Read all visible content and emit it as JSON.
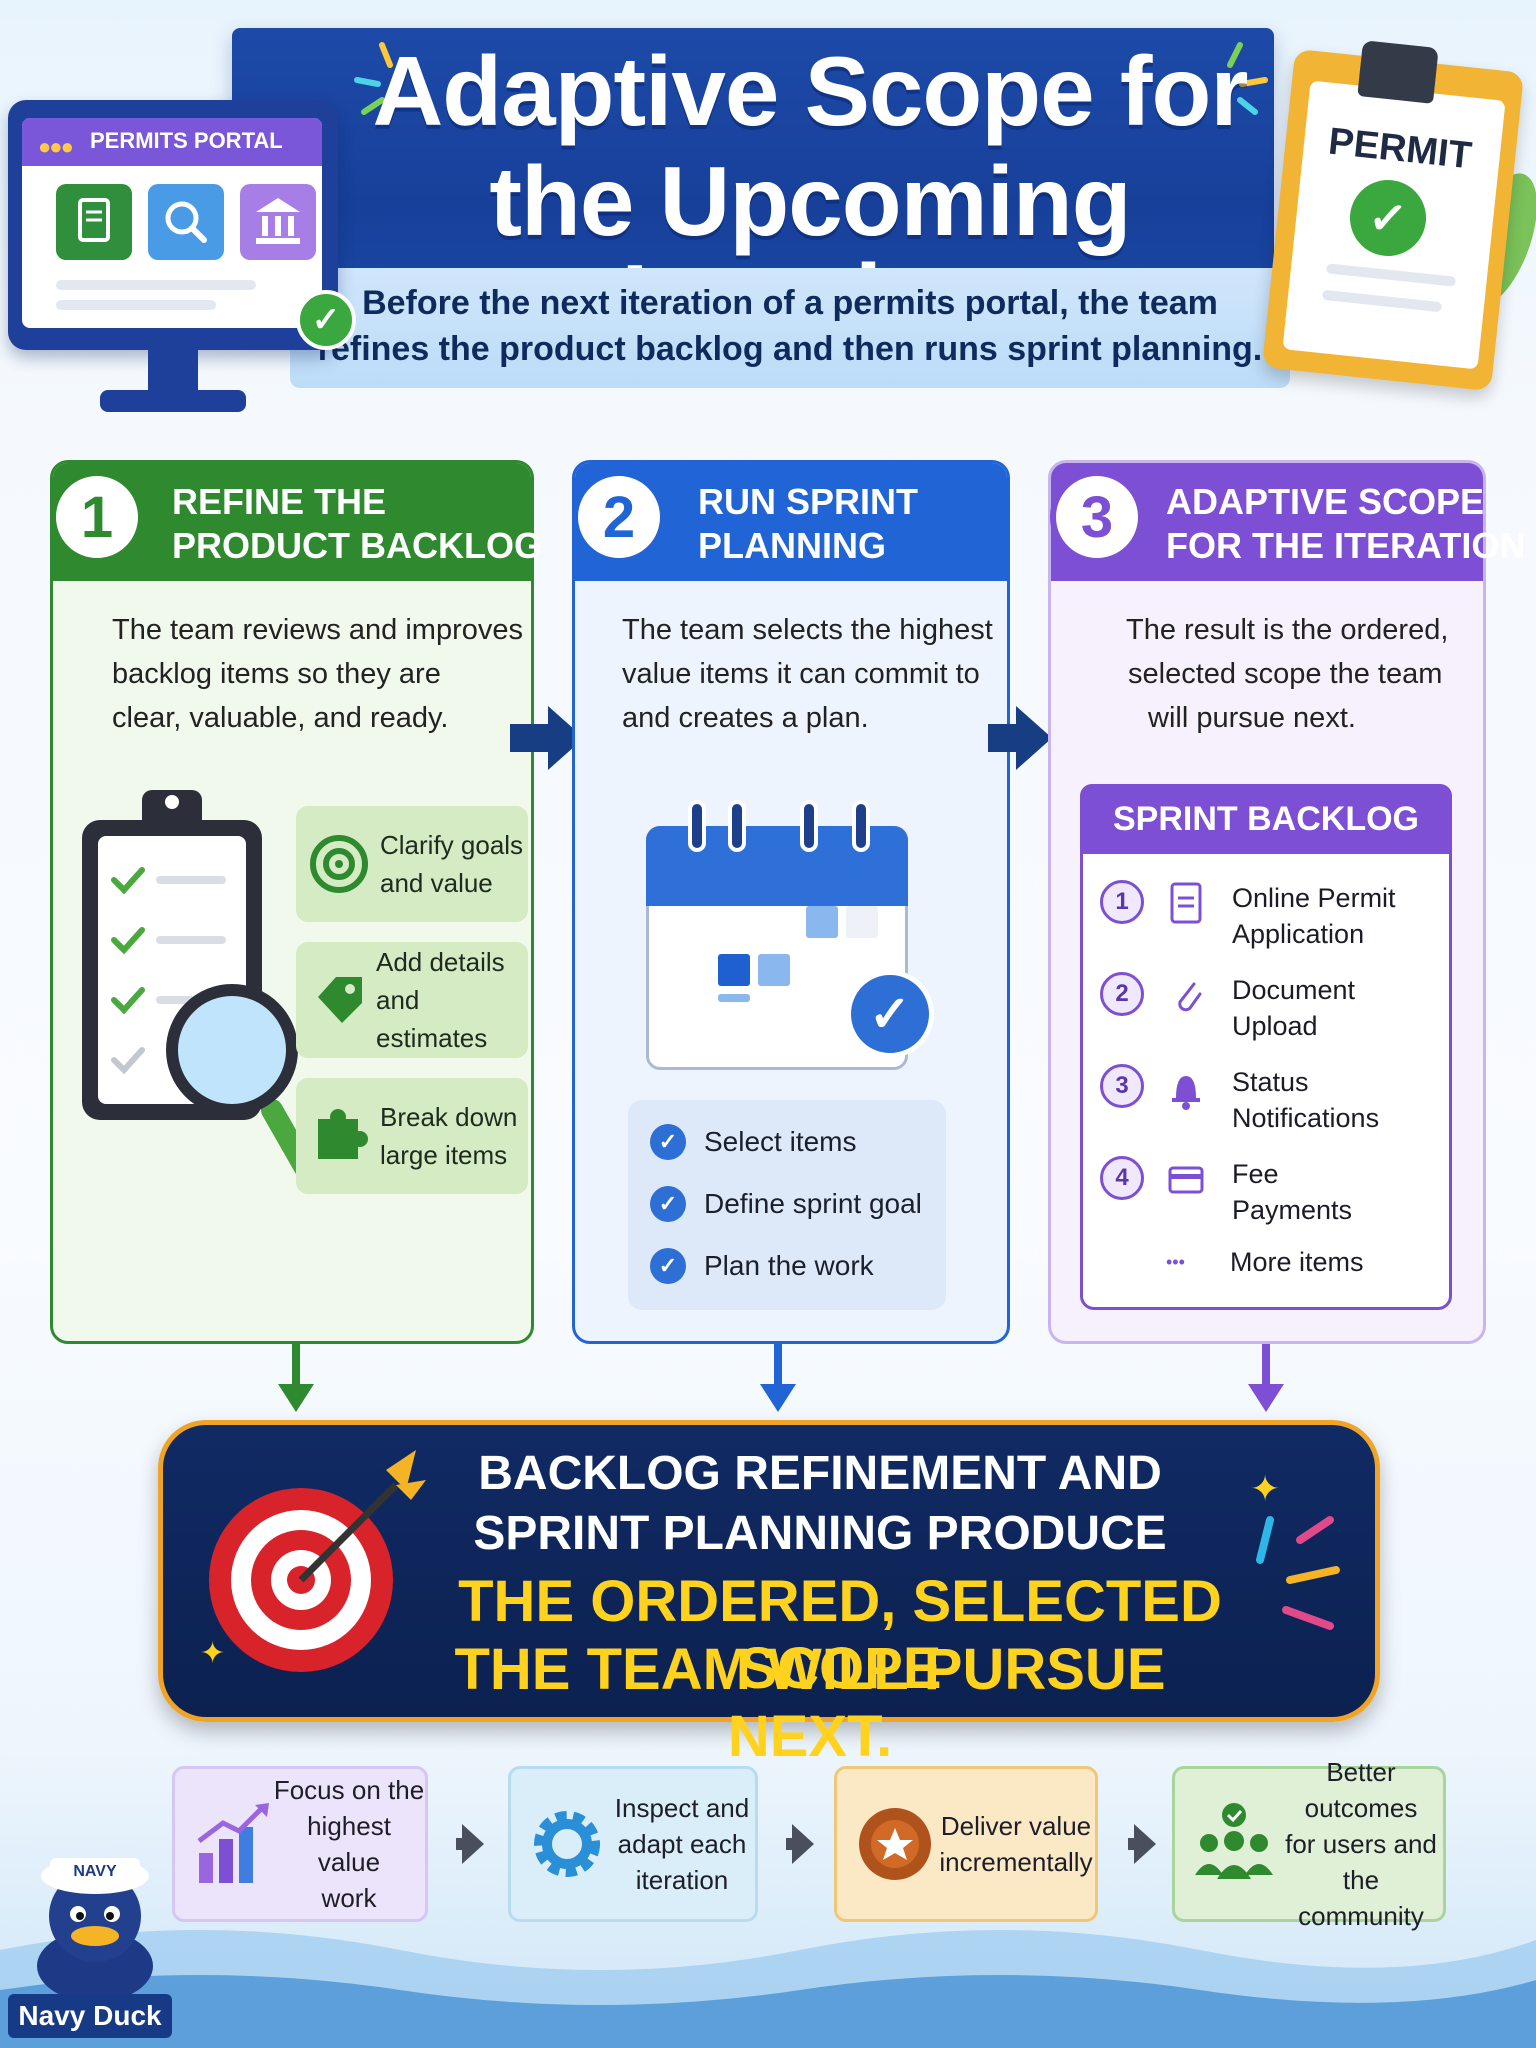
{
  "header": {
    "title_line1": "Adaptive Scope for",
    "title_line2": "the Upcoming Iteration",
    "subtitle_line1": "Before the next iteration of a permits portal, the team",
    "subtitle_line2": "refines the product backlog and then runs sprint planning.",
    "portal_label": "PERMITS PORTAL",
    "permit_label": "PERMIT"
  },
  "steps": [
    {
      "number": "1",
      "title_line1": "REFINE THE",
      "title_line2": "PRODUCT BACKLOG",
      "text_lines": [
        "The team reviews and improves",
        "backlog items so they are",
        "clear, valuable, and ready."
      ],
      "features": [
        {
          "icon": "target-icon",
          "line1": "Clarify goals",
          "line2": "and value"
        },
        {
          "icon": "tag-icon",
          "line1": "Add details",
          "line2": "and estimates"
        },
        {
          "icon": "puzzle-icon",
          "line1": "Break down",
          "line2": "large items"
        }
      ],
      "color": "#2f8a2f"
    },
    {
      "number": "2",
      "title_line1": "RUN SPRINT",
      "title_line2": "PLANNING",
      "text_lines": [
        "The team selects the highest",
        "value items it can commit to",
        "and creates a plan."
      ],
      "checklist": [
        "Select items",
        "Define sprint goal",
        "Plan the work"
      ],
      "color": "#2064d6"
    },
    {
      "number": "3",
      "title_line1": "ADAPTIVE SCOPE",
      "title_line2": "FOR THE ITERATION",
      "text_lines": [
        "The result is the ordered,",
        "selected scope the team",
        "will pursue next."
      ],
      "color": "#7c4fd4",
      "sprint_backlog": {
        "title": "SPRINT BACKLOG",
        "items": [
          {
            "num": "1",
            "icon": "document-icon",
            "line1": "Online Permit",
            "line2": "Application"
          },
          {
            "num": "2",
            "icon": "paperclip-icon",
            "line1": "Document",
            "line2": "Upload"
          },
          {
            "num": "3",
            "icon": "bell-icon",
            "line1": "Status",
            "line2": "Notifications"
          },
          {
            "num": "4",
            "icon": "card-icon",
            "line1": "Fee",
            "line2": "Payments"
          }
        ],
        "more_dots": "•••",
        "more_label": "More items"
      }
    }
  ],
  "banner": {
    "line1": "BACKLOG REFINEMENT AND",
    "line2": "SPRINT PLANNING PRODUCE",
    "line3": "THE ORDERED, SELECTED SCOPE",
    "line4": "THE TEAM WILL PURSUE NEXT."
  },
  "outcomes": [
    {
      "icon": "bar-chart-icon",
      "lines": [
        "Focus on the",
        "highest value",
        "work"
      ]
    },
    {
      "icon": "gear-icon",
      "lines": [
        "Inspect and",
        "adapt each",
        "iteration"
      ]
    },
    {
      "icon": "star-badge-icon",
      "lines": [
        "Deliver value",
        "incrementally"
      ]
    },
    {
      "icon": "people-icon",
      "lines": [
        "Better outcomes",
        "for users and",
        "the community"
      ]
    }
  ],
  "mascot": {
    "cap_text": "NAVY",
    "name": "Navy Duck"
  }
}
